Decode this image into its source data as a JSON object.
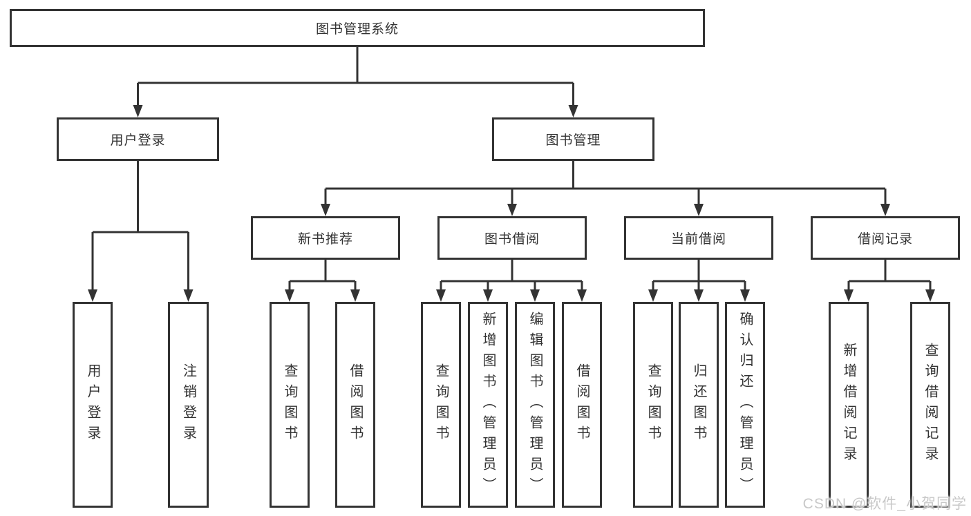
{
  "diagram": {
    "tree": {
      "label": "图书管理系统",
      "children": [
        {
          "label": "用户登录",
          "children": [
            {
              "label": "用户登录"
            },
            {
              "label": "注销登录"
            }
          ]
        },
        {
          "label": "图书管理",
          "children": [
            {
              "label": "新书推荐",
              "children": [
                {
                  "label": "查询图书"
                },
                {
                  "label": "借阅图书"
                }
              ]
            },
            {
              "label": "图书借阅",
              "children": [
                {
                  "label": "查询图书"
                },
                {
                  "label": "新增图书（管理员）"
                },
                {
                  "label": "编辑图书（管理员）"
                },
                {
                  "label": "借阅图书"
                }
              ]
            },
            {
              "label": "当前借阅",
              "children": [
                {
                  "label": "查询图书"
                },
                {
                  "label": "归还图书"
                },
                {
                  "label": "确认归还（管理员）"
                }
              ]
            },
            {
              "label": "借阅记录",
              "children": [
                {
                  "label": "新增借阅记录"
                },
                {
                  "label": "查询借阅记录"
                }
              ]
            }
          ]
        }
      ]
    },
    "watermark": "CSDN @软件_小贺同学",
    "colors": {
      "line": "#333333",
      "box_border": "#333333",
      "text": "#333333",
      "background": "#ffffff",
      "watermark": "#c8c8c8"
    }
  }
}
